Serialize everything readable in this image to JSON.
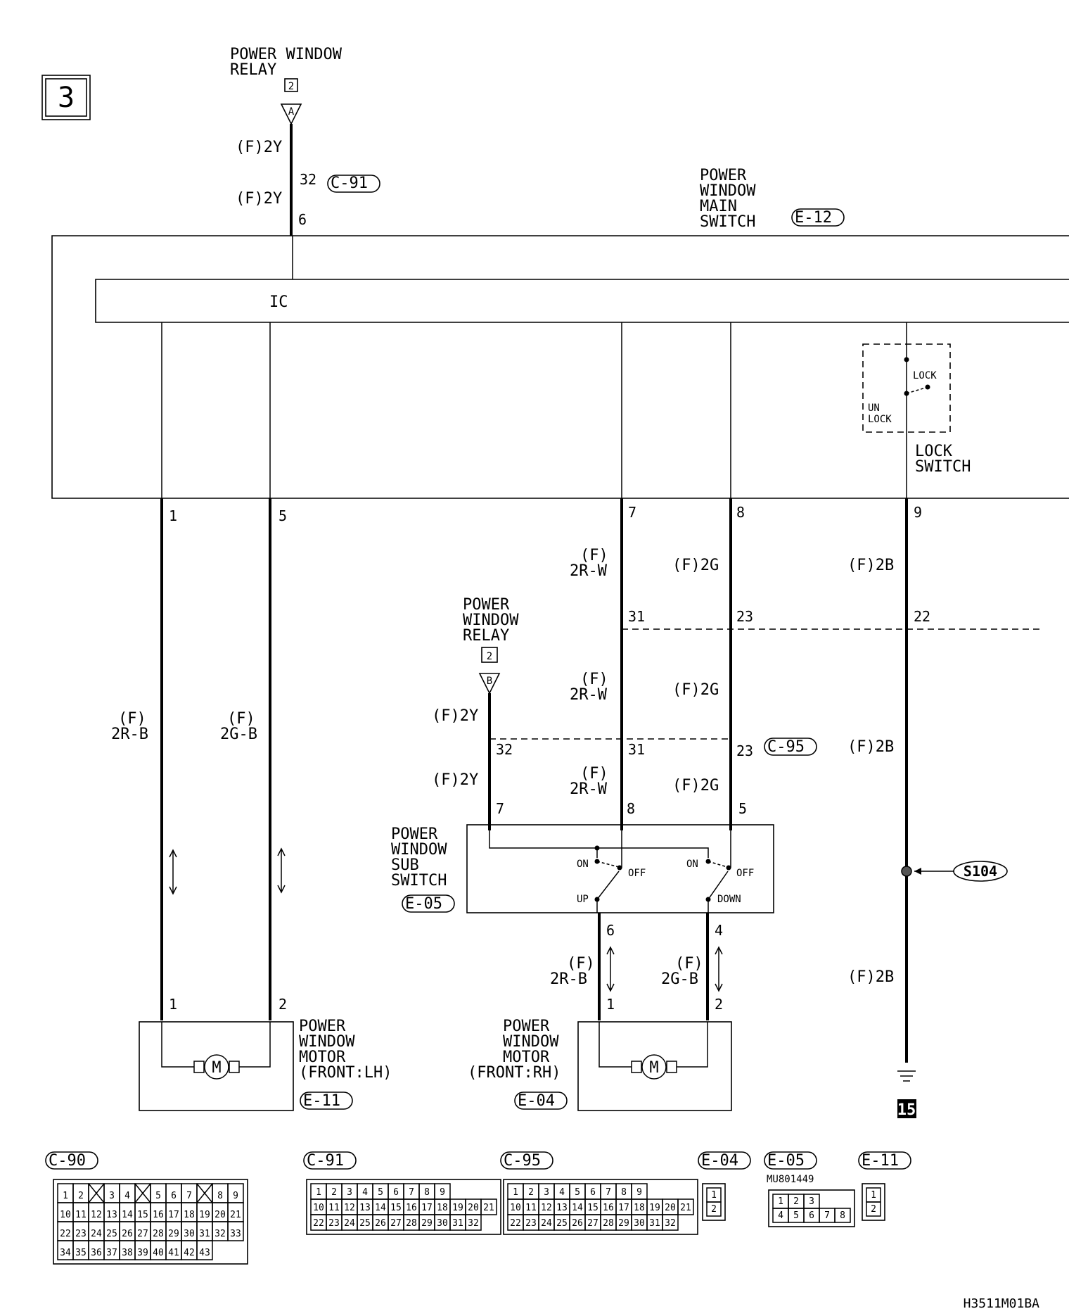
{
  "page_number": "3",
  "relay_a": {
    "title_1": "POWER WINDOW",
    "title_2": "RELAY",
    "ref": "2",
    "conn": "A"
  },
  "relay_b": {
    "title_1": "POWER",
    "title_2": "WINDOW",
    "title_3": "RELAY",
    "ref": "2",
    "conn": "B"
  },
  "c91_label": "C-91",
  "c95_label": "C-95",
  "main_switch": {
    "line1": "POWER",
    "line2": "WINDOW",
    "line3": "MAIN",
    "line4": "SWITCH",
    "conn": "E-12",
    "ic": "IC"
  },
  "lock_switch": {
    "lock": "LOCK",
    "unlock_1": "UN",
    "unlock_2": "LOCK",
    "name_1": "LOCK",
    "name_2": "SWITCH"
  },
  "sub_switch": {
    "line1": "POWER",
    "line2": "WINDOW",
    "line3": "SUB",
    "line4": "SWITCH",
    "conn": "E-05",
    "on": "ON",
    "off": "OFF",
    "up": "UP",
    "down": "DOWN"
  },
  "motor_lh": {
    "line1": "POWER",
    "line2": "WINDOW",
    "line3": "MOTOR",
    "line4": "(FRONT:LH)",
    "conn": "E-11",
    "symbol": "M"
  },
  "motor_rh": {
    "line1": "POWER",
    "line2": "WINDOW",
    "line3": "MOTOR",
    "line4": "(FRONT:RH)",
    "conn": "E-04",
    "symbol": "M"
  },
  "splice": "S104",
  "ground_ref": "15",
  "wire": {
    "f": "(F)",
    "f2y": "(F)2Y",
    "f2g": "(F)2G",
    "f2b": "(F)2B",
    "r2rw": "2R-W",
    "r2rb": "2R-B",
    "r2gb": "2G-B"
  },
  "pins": {
    "p32": "32",
    "p6": "6",
    "p1": "1",
    "p5": "5",
    "p7": "7",
    "p8": "8",
    "p9": "9",
    "p31": "31",
    "p23": "23",
    "p22": "22",
    "p2": "2",
    "p4": "4"
  },
  "connectors": {
    "c90": {
      "label": "C-90",
      "rows": [
        [
          "1",
          "2",
          "",
          "3",
          "4",
          "",
          "5",
          "6",
          "7",
          "",
          "8",
          "9"
        ],
        [
          "10",
          "11",
          "12",
          "13",
          "14",
          "15",
          "16",
          "17",
          "18",
          "19",
          "20",
          "21"
        ],
        [
          "22",
          "23",
          "24",
          "25",
          "26",
          "27",
          "28",
          "29",
          "30",
          "31",
          "32",
          "33"
        ],
        [
          "34",
          "35",
          "36",
          "37",
          "38",
          "39",
          "40",
          "41",
          "42",
          "43"
        ]
      ]
    },
    "c91": {
      "label": "C-91",
      "rows": [
        [
          "1",
          "2",
          "3",
          "4",
          "5",
          "6",
          "7",
          "8",
          "9"
        ],
        [
          "10",
          "11",
          "12",
          "13",
          "14",
          "15",
          "16",
          "17",
          "18",
          "19",
          "20",
          "21"
        ],
        [
          "22",
          "23",
          "24",
          "25",
          "26",
          "27",
          "28",
          "29",
          "30",
          "31",
          "32"
        ]
      ]
    },
    "c95": {
      "label": "C-95",
      "rows": [
        [
          "1",
          "2",
          "3",
          "4",
          "5",
          "6",
          "7",
          "8",
          "9"
        ],
        [
          "10",
          "11",
          "12",
          "13",
          "14",
          "15",
          "16",
          "17",
          "18",
          "19",
          "20",
          "21"
        ],
        [
          "22",
          "23",
          "24",
          "25",
          "26",
          "27",
          "28",
          "29",
          "30",
          "31",
          "32"
        ]
      ]
    },
    "e04": {
      "label": "E-04",
      "pins": [
        "1",
        "2"
      ]
    },
    "e05": {
      "label": "E-05",
      "part": "MU801449",
      "rows": [
        [
          "1",
          "2",
          "3"
        ],
        [
          "4",
          "5",
          "6",
          "7",
          "8"
        ]
      ]
    },
    "e11": {
      "label": "E-11",
      "pins": [
        "1",
        "2"
      ]
    }
  },
  "footer_code": "H3511M01BA"
}
